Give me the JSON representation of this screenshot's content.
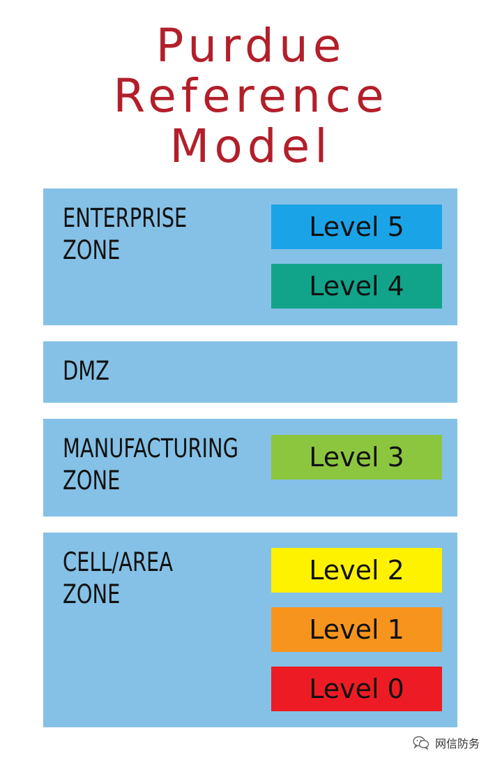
{
  "title": {
    "line1": "Purdue",
    "line2": "Reference",
    "line3": "Model"
  },
  "colors": {
    "title": "#b21f2a",
    "zone_bg": "#85c1e6"
  },
  "zones": [
    {
      "name_line1": "ENTERPRISE",
      "name_line2": "ZONE",
      "levels": [
        {
          "label": "Level 5",
          "color": "#1ba3e8"
        },
        {
          "label": "Level 4",
          "color": "#12a48a"
        }
      ]
    },
    {
      "name_line1": "DMZ",
      "name_line2": "",
      "levels": []
    },
    {
      "name_line1": "MANUFACTURING",
      "name_line2": "ZONE",
      "levels": [
        {
          "label": "Level 3",
          "color": "#8cc63f"
        }
      ]
    },
    {
      "name_line1": "CELL/AREA",
      "name_line2": "ZONE",
      "levels": [
        {
          "label": "Level 2",
          "color": "#fff200"
        },
        {
          "label": "Level 1",
          "color": "#f7941d"
        },
        {
          "label": "Level 0",
          "color": "#ed1c24"
        }
      ]
    }
  ],
  "watermark": {
    "icon": "wechat-icon",
    "text": "网信防务"
  }
}
